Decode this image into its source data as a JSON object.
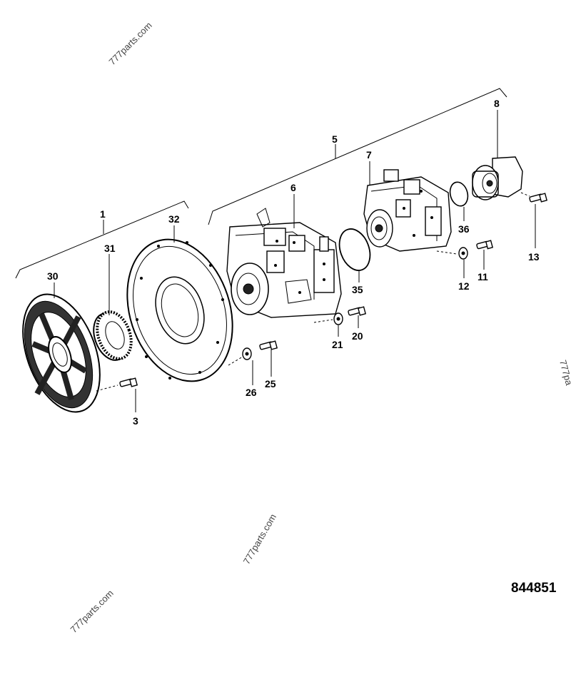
{
  "figure_number": "844851",
  "watermarks": [
    "777parts.com",
    "777parts.com",
    "777parts.com",
    "777pa"
  ],
  "callouts": {
    "c1": "1",
    "c3": "3",
    "c5": "5",
    "c6": "6",
    "c7": "7",
    "c8": "8",
    "c11": "11",
    "c12": "12",
    "c13": "13",
    "c20": "20",
    "c21": "21",
    "c25": "25",
    "c26": "26",
    "c30": "30",
    "c31": "31",
    "c32": "32",
    "c35": "35",
    "c36": "36"
  }
}
